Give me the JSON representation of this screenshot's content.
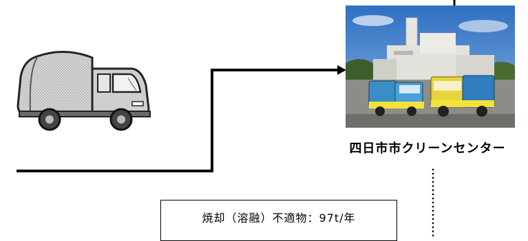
{
  "center": {
    "name": "四日市市クリーンセンター"
  },
  "note": {
    "text": "焼却（溶融）不適物：97t/年"
  },
  "icons": {
    "truck": "garbage-truck-icon",
    "photo": "facility-photo"
  },
  "colors": {
    "line": "#000000",
    "background": "#ffffff"
  }
}
